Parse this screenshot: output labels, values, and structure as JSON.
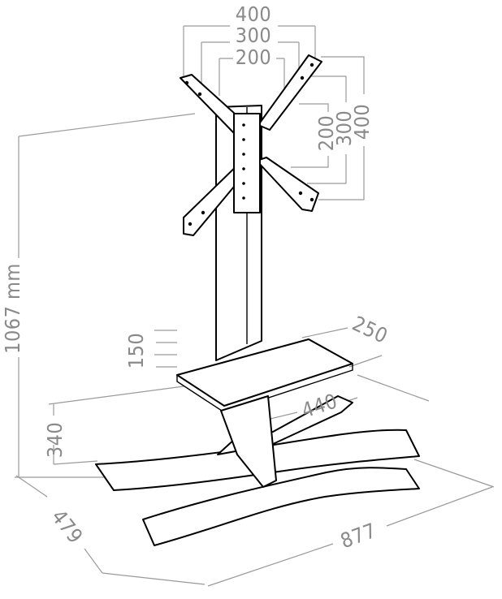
{
  "diagram": {
    "type": "dimension-drawing",
    "subject": "tv-floor-stand",
    "labels": {
      "vesa_h_400": "400",
      "vesa_h_300": "300",
      "vesa_h_200": "200",
      "vesa_v_200": "200",
      "vesa_v_300": "300",
      "vesa_v_400": "400",
      "height_total": "1067 mm",
      "shelf_gap": "150",
      "shelf_depth": "250",
      "shelf_width": "440",
      "shelf_height": "340",
      "base_depth": "479",
      "base_width": "877"
    },
    "colors": {
      "dimension_lines": "#9a9a9a",
      "text": "#8a8a8a",
      "outline": "#000000"
    }
  }
}
